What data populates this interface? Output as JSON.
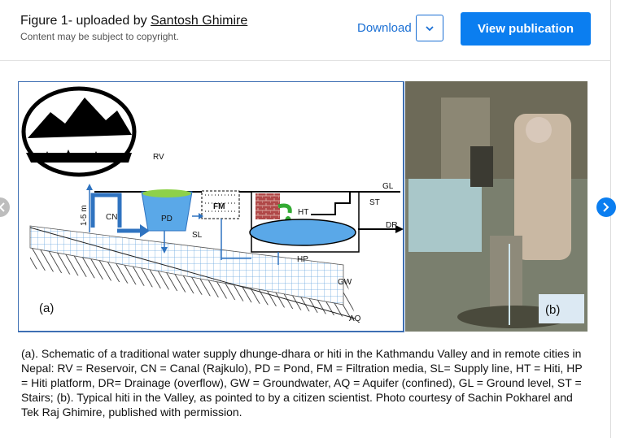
{
  "header": {
    "title_prefix": "Figure 1- uploaded by ",
    "author": "Santosh Ghimire",
    "note": "Content may be subject to copyright.",
    "download_label": "Download",
    "view_label": "View publication"
  },
  "figure": {
    "panel_a_label": "(a)",
    "panel_b_label": "(b)",
    "labels": {
      "rv": "RV",
      "cn": "CN",
      "pd": "PD",
      "fm": "FM",
      "sl": "SL",
      "ht": "HT",
      "hp": "HP",
      "gl": "GL",
      "st": "ST",
      "dr": "DR",
      "gw": "GW",
      "aq": "AQ",
      "depth": "1-5 m"
    }
  },
  "caption": "(a). Schematic of a traditional water supply dhunge-dhara or hiti in the Kathmandu Valley and in remote cities in Nepal: RV = Reservoir, CN = Canal (Rajkulo), PD = Pond, FM = Filtration media, SL= Supply line, HT = Hiti, HP = Hiti platform, DR= Drainage (overflow), GW = Groundwater, AQ = Aquifer (confined), GL = Ground level, ST = Stairs; (b). Typical hiti in the Valley, as pointed to by a citizen scientist. Photo courtesy of Sachin Pokharel and Tek Raj Ghimire, published with permission.",
  "colors": {
    "accent": "#0b7ef0",
    "arrow": "#2f73c0",
    "water": "#5aa8e8"
  }
}
